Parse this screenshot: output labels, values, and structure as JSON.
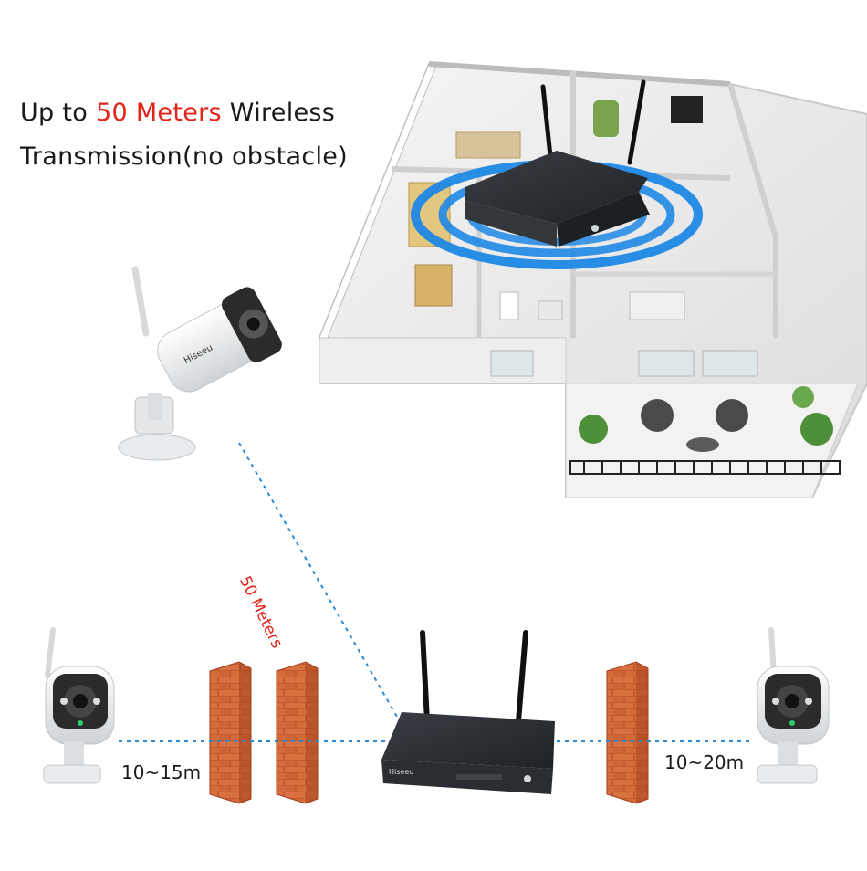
{
  "headline": {
    "line1_prefix": "Up to ",
    "line1_accent": "50 Meters",
    "line1_suffix": " Wireless",
    "line2": "Transmission(no obstacle)"
  },
  "labels": {
    "diagonal_distance": "50 Meters",
    "left_distance": "10~15m",
    "right_distance": "10~20m"
  },
  "brand_mark": "Hiseeu",
  "colors": {
    "accent": "#e2231a",
    "signal_blue": "#1e88e5",
    "dash_blue": "#2a8ad6",
    "brick": "#c8562a",
    "nvr_body": "#2b2e33"
  }
}
